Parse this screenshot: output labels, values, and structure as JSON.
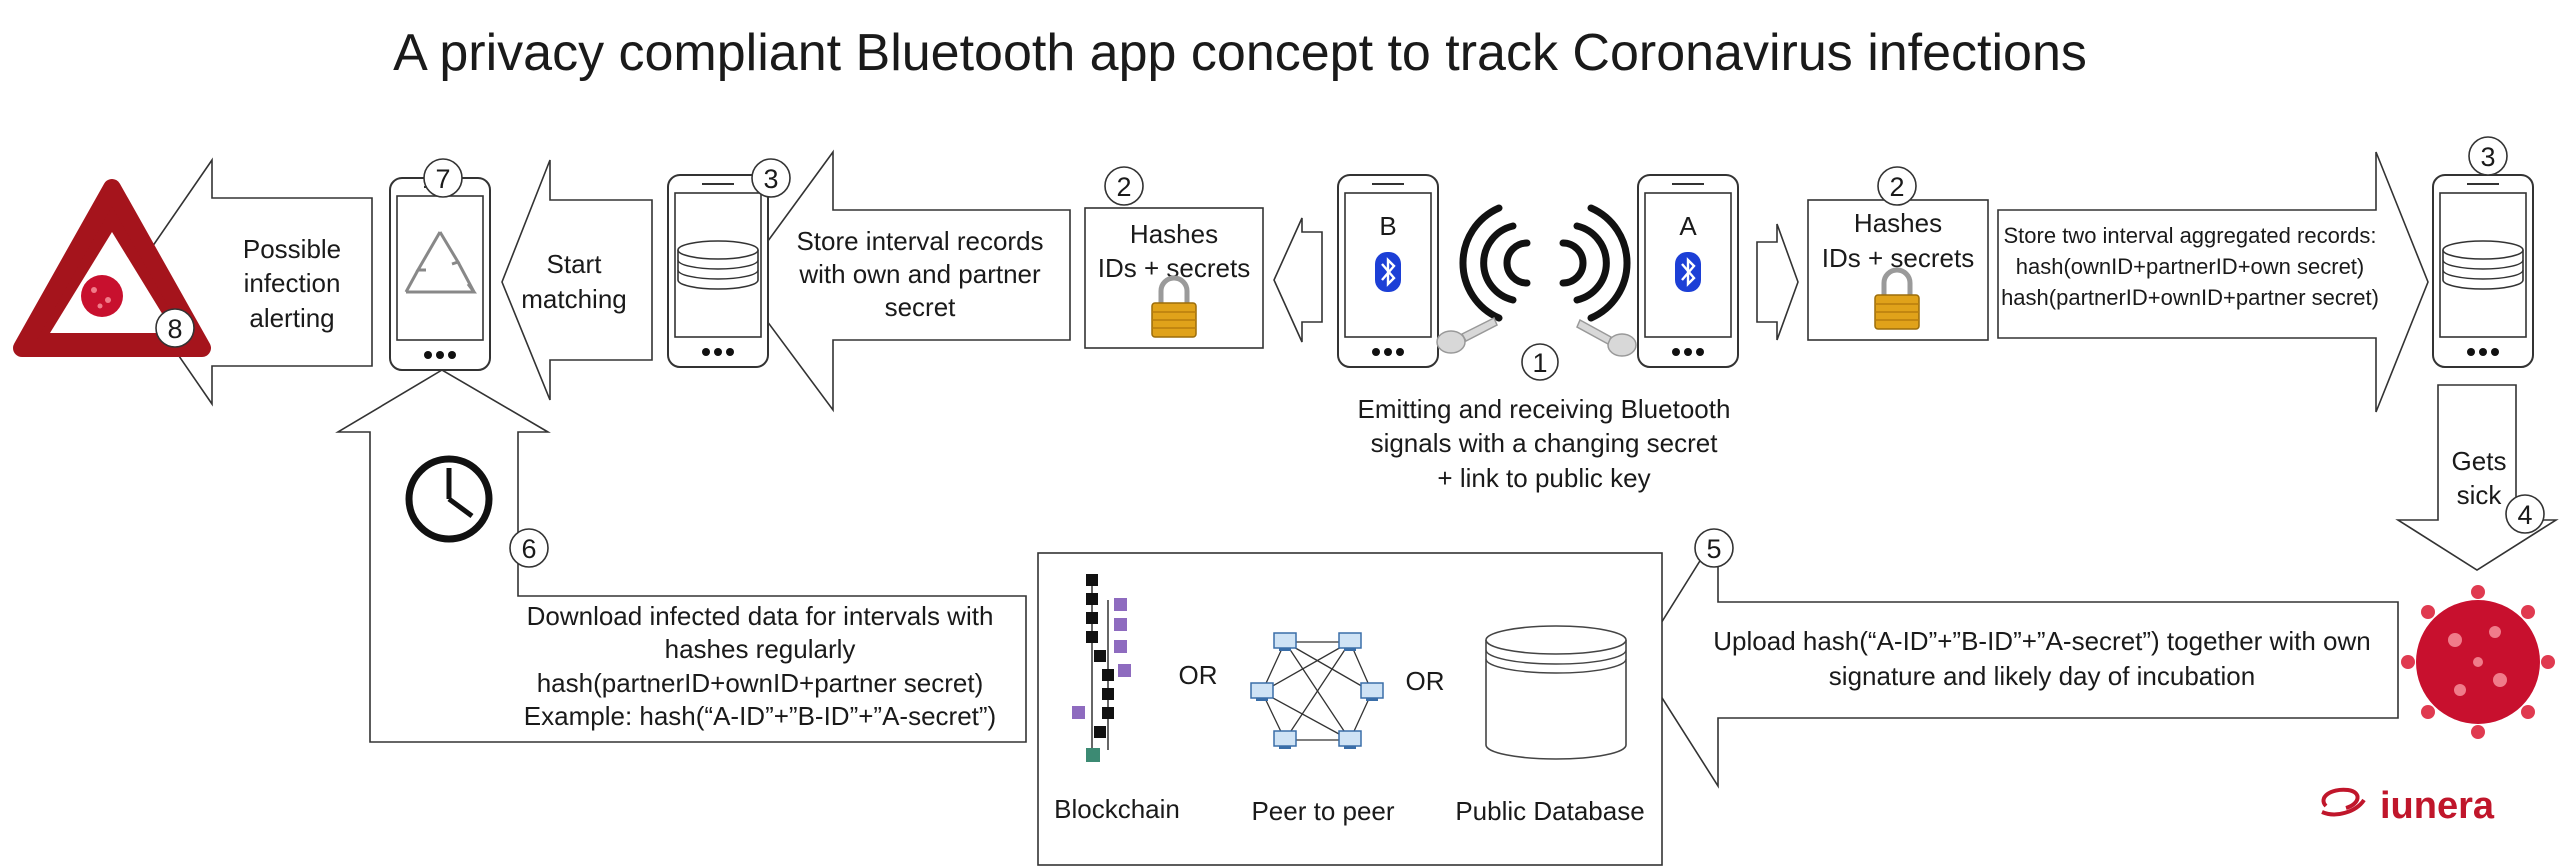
{
  "title": "A privacy compliant Bluetooth app concept to track Coronavirus infections",
  "phone_b": "B",
  "phone_a": "A",
  "hashes_left": [
    "Hashes",
    "IDs + secrets"
  ],
  "hashes_right": [
    "Hashes",
    "IDs + secrets"
  ],
  "store_interval": [
    "Store interval records",
    "with own and partner",
    "secret"
  ],
  "store_two": [
    "Store two interval aggregated records:",
    "hash(ownID+partnerID+own secret)",
    "hash(partnerID+ownID+partner secret)"
  ],
  "start_matching": [
    "Start",
    "matching"
  ],
  "possible_alerting": [
    "Possible",
    "infection",
    "alerting"
  ],
  "emitting": [
    "Emitting and receiving Bluetooth",
    "signals with a changing secret",
    "+ link to public key"
  ],
  "gets_sick": [
    "Gets",
    "sick"
  ],
  "upload": [
    "Upload hash(“A-ID”+”B-ID”+”A-secret”) together with own",
    "signature and likely day of incubation"
  ],
  "download": [
    "Download infected data for intervals with",
    "hashes regularly",
    "hash(partnerID+ownID+partner secret)",
    "Example: hash(“A-ID”+”B-ID”+”A-secret”)"
  ],
  "storage_options": {
    "blockchain": "Blockchain",
    "or": "OR",
    "peer": "Peer to peer",
    "database": "Public Database"
  },
  "steps": [
    "1",
    "2",
    "2",
    "3",
    "3",
    "4",
    "5",
    "6",
    "7",
    "8"
  ],
  "brand": "iunera",
  "colors": {
    "warning_red": "#a5141c",
    "virus_red": "#c8102e",
    "bluetooth_blue": "#1c3fd6",
    "lock_gold": "#e0a21a",
    "brand_red": "#c0162b",
    "chain_black": "#111111",
    "chain_purple": "#8e6bbf"
  },
  "icons": [
    "phone-icon",
    "bluetooth-icon",
    "lock-icon",
    "signal-waves-icon",
    "key-icon",
    "database-icon",
    "recycle-icon",
    "clock-icon",
    "warning-triangle-icon",
    "virus-icon",
    "blockchain-icon",
    "network-icon"
  ]
}
